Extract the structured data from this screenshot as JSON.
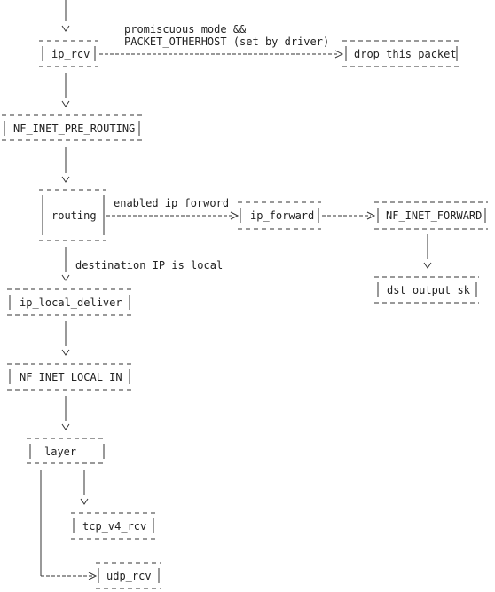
{
  "nodes": {
    "ip_rcv": "ip_rcv",
    "drop_packet": "drop this packet",
    "pre_routing": "NF_INET_PRE_ROUTING",
    "routing": "routing",
    "ip_forward": "ip_forward",
    "nf_forward": "NF_INET_FORWARD",
    "dst_output": "dst_output_sk",
    "local_deliver": "ip_local_deliver",
    "local_in": "NF_INET_LOCAL_IN",
    "layer": "layer",
    "tcp_rcv": "tcp_v4_rcv",
    "udp_rcv": "udp_rcv"
  },
  "edges": {
    "drop_condition_1": "promiscuous mode &&",
    "drop_condition_2": "PACKET_OTHERHOST (set by driver)",
    "forward_condition": "enabled ip forword",
    "local_condition": "destination IP is local"
  }
}
